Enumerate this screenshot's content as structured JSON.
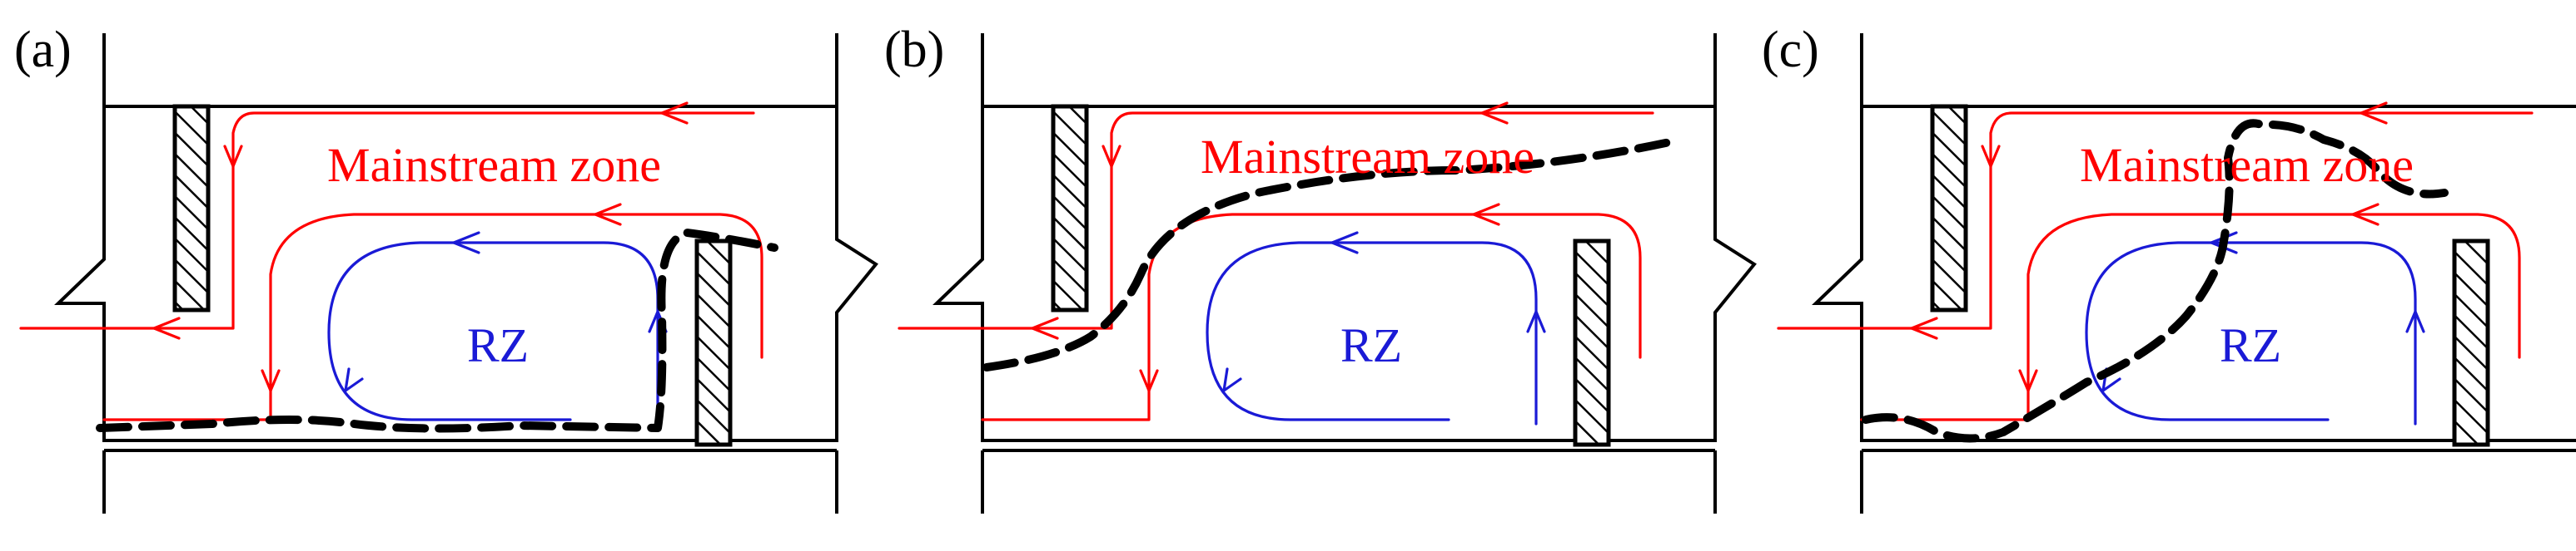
{
  "colors": {
    "mainstream": "#ff0000",
    "recirculation": "#1a1ad6",
    "walls": "#000000",
    "interface": "#000000"
  },
  "panels": [
    {
      "label": "(a)",
      "mainstream_label": "Mainstream zone",
      "rz_label": "RZ"
    },
    {
      "label": "(b)",
      "mainstream_label": "Mainstream zone",
      "rz_label": "RZ"
    },
    {
      "label": "(c)",
      "mainstream_label": "Mainstream zone",
      "rz_label": "RZ"
    }
  ]
}
